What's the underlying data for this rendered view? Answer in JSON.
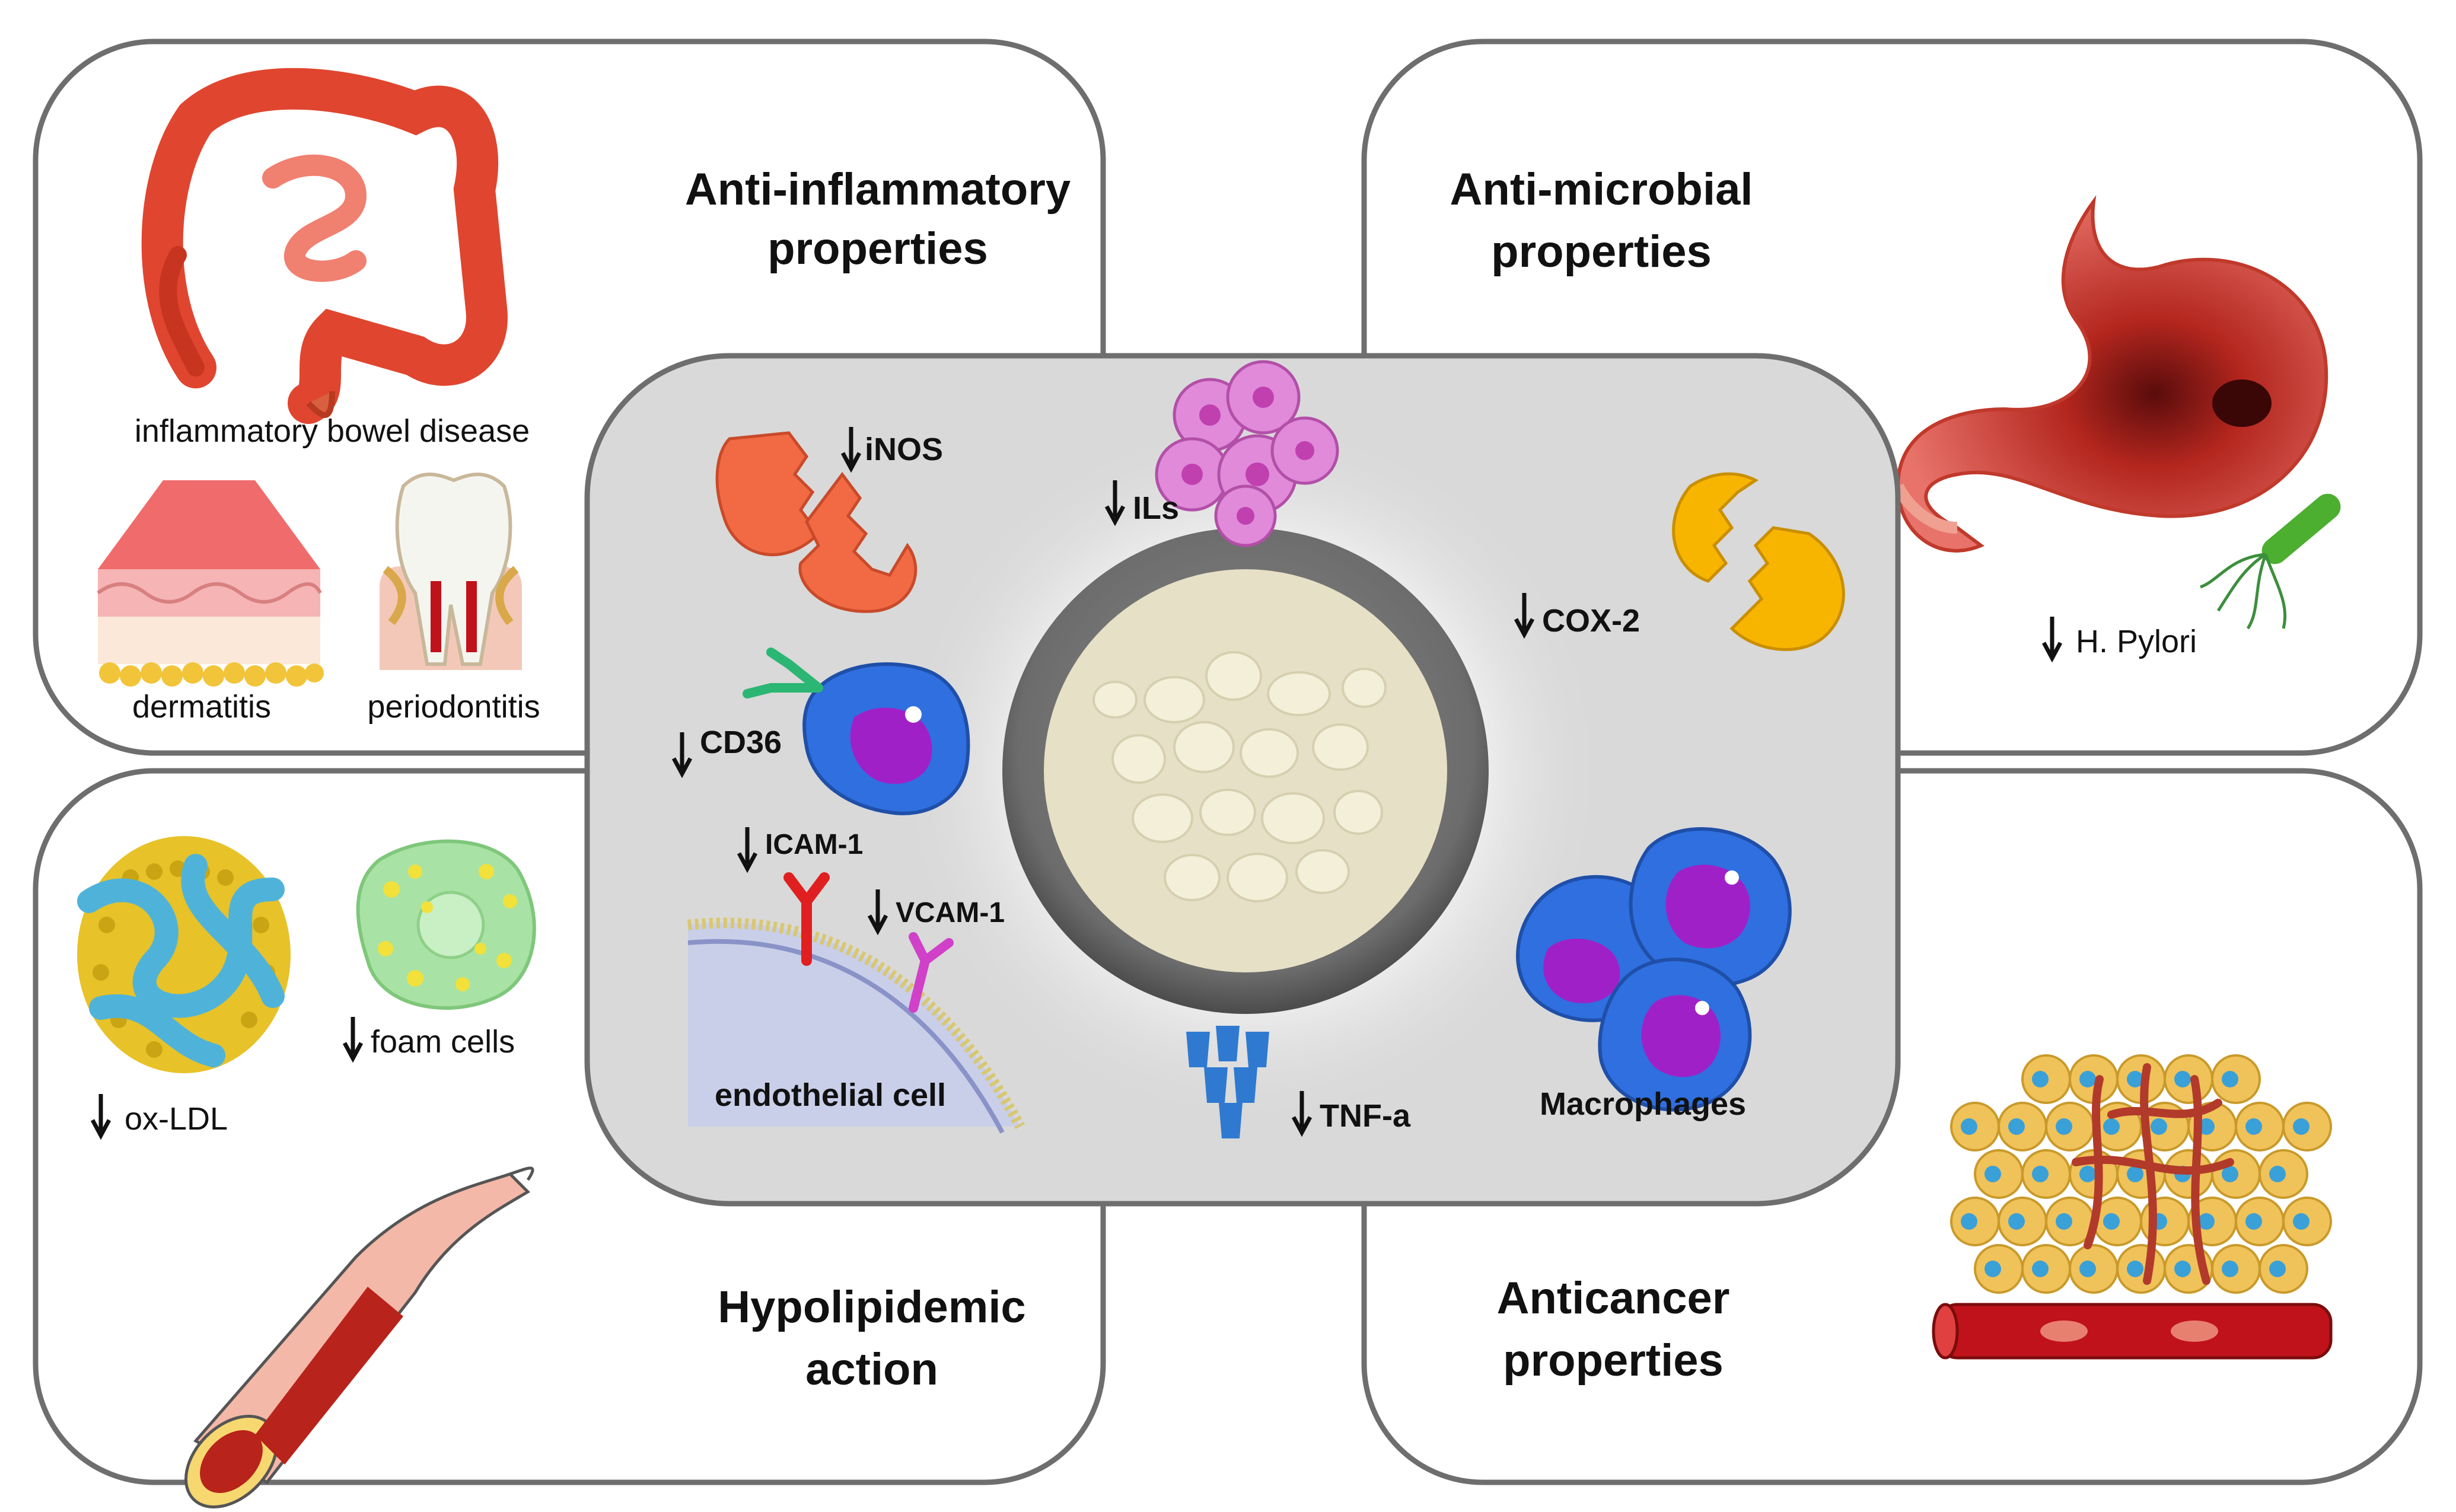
{
  "panels": {
    "anti_inflammatory": {
      "title_line1": "Anti-inflammatory",
      "title_line2": "properties",
      "items": {
        "ibd": "inflammatory bowel disease",
        "dermatitis": "dermatitis",
        "periodontitis": "periodontitis"
      }
    },
    "anti_microbial": {
      "title_line1": "Anti-microbial",
      "title_line2": "properties",
      "items": {
        "h_pylori": "H. Pylori"
      }
    },
    "hypolipidemic": {
      "title_line1": "Hypolipidemic",
      "title_line2": "action",
      "items": {
        "ox_ldl": "ox-LDL",
        "foam_cells": "foam cells"
      }
    },
    "anticancer": {
      "title_line1": "Anticancer",
      "title_line2": "properties"
    }
  },
  "center": {
    "markers": {
      "inos": "iNOS",
      "ils": "ILs",
      "cox2": "COX-2",
      "cd36": "CD36",
      "icam1": "ICAM-1",
      "vcam1": "VCAM-1",
      "tnfa": "TNF-a"
    },
    "labels": {
      "endothelial_cell": "endothelial cell",
      "macrophages": "Macrophages"
    }
  },
  "colors": {
    "panel_border": "#6e6e6e",
    "center_fill": "#d9d9d9",
    "colon_red": "#e0452f",
    "enzyme_orange": "#f26a43",
    "cox_yellow": "#f7b500",
    "macrophage_blue": "#2f6fe0",
    "nucleus_purple": "#a020c8",
    "il_pink": "#e08ad9",
    "tnf_blue": "#2f7ad0",
    "ldl_yellow": "#e7c229",
    "ldl_blue": "#4fb3d9",
    "foam_green": "#a9e2a5",
    "vessel_red": "#b8231b",
    "tumor_cell": "#f0c25a",
    "tumor_nucleus": "#3aa0d8"
  },
  "icons": [
    "colon-icon",
    "skin-icon",
    "tooth-icon",
    "stomach-icon",
    "bacterium-icon",
    "ldl-particle-icon",
    "foam-cell-icon",
    "artery-icon",
    "tumor-icon",
    "enzyme-icon",
    "leukocyte-cluster-icon",
    "macrophage-icon",
    "receptor-icon",
    "membrane-icon",
    "tnf-trimer-icon",
    "mastic-bowl-icon",
    "down-arrow-icon"
  ]
}
